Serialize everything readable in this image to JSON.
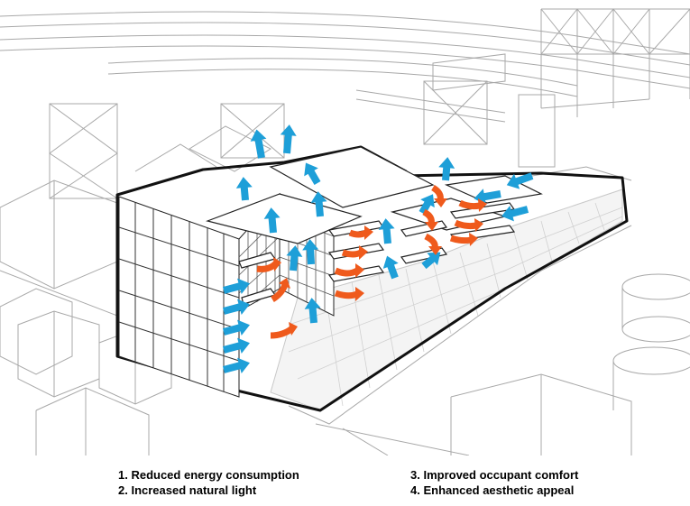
{
  "legend": {
    "left": [
      "1. Reduced energy consumption",
      "2. Increased natural light"
    ],
    "right": [
      "3. Improved occupant comfort",
      "4. Enhanced aesthetic appeal"
    ]
  },
  "colors": {
    "airflow_in": "#1e9fd8",
    "airflow_internal": "#ef5a1c",
    "context_lines": "#9a9a9a",
    "building_outline": "#111111"
  },
  "arrows": {
    "blue_count": 22,
    "orange_count": 13
  }
}
